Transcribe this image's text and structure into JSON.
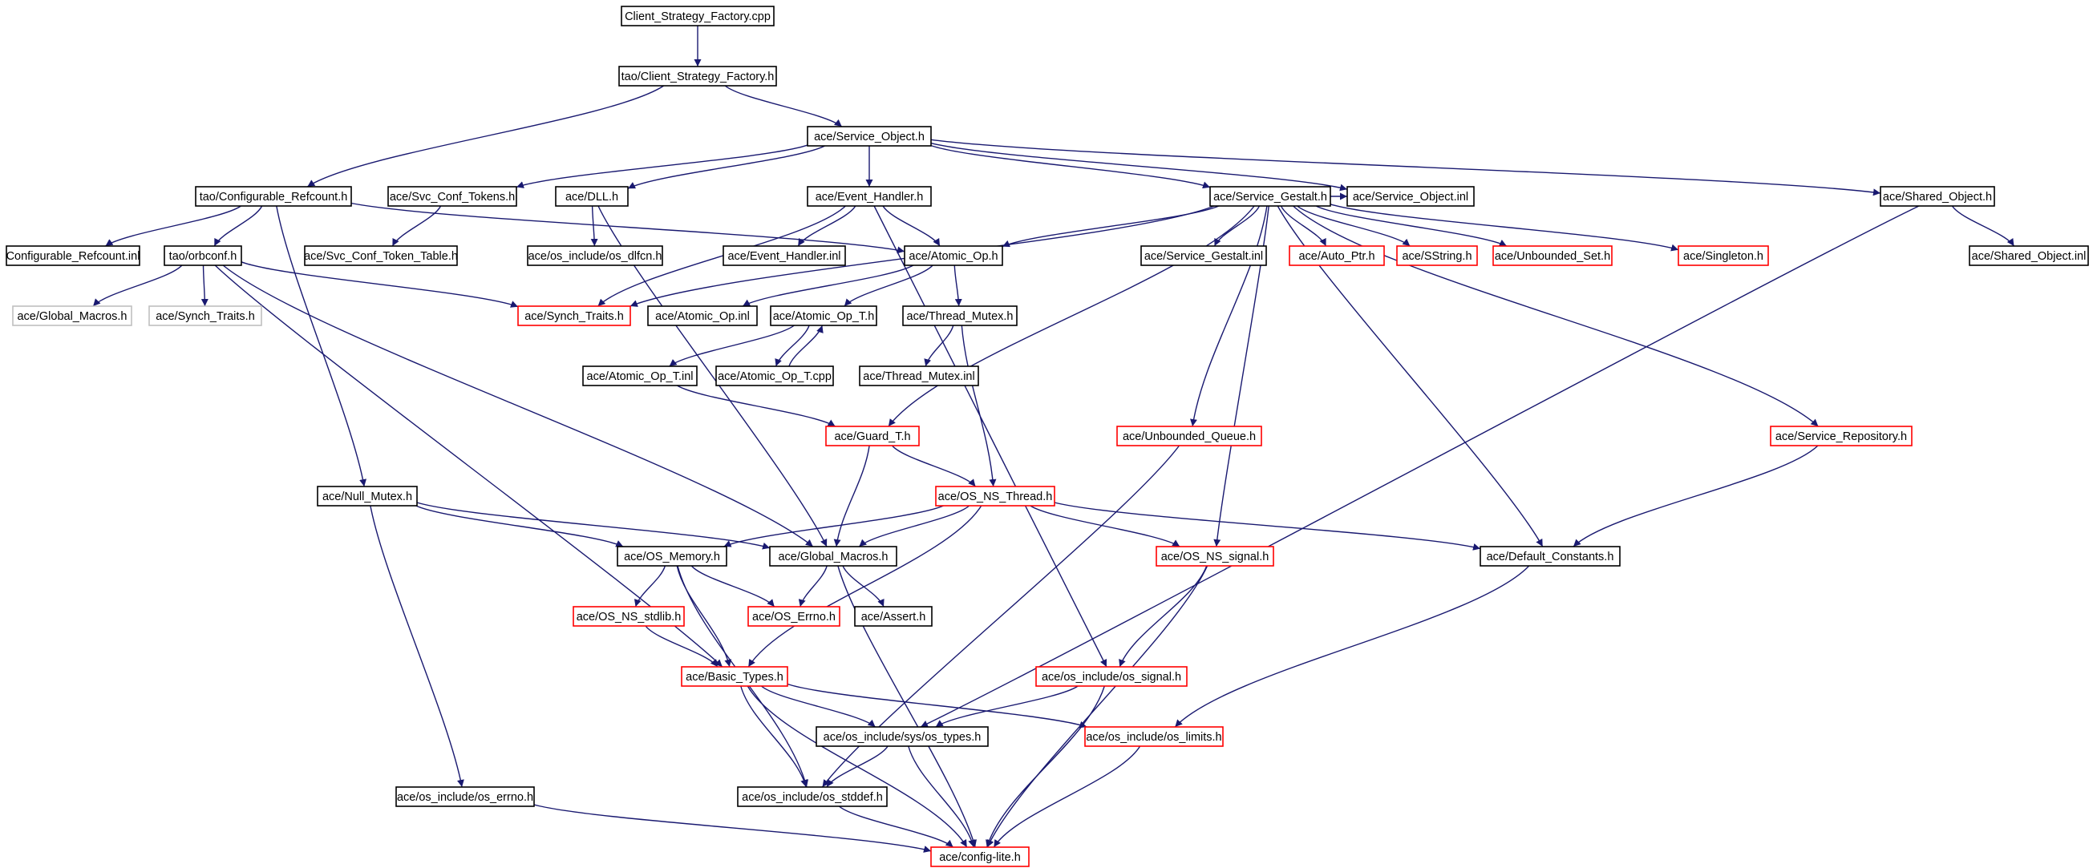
{
  "colors": {
    "edge": "#191970",
    "arrowhead": "#191970",
    "border_normal": "#000000",
    "border_truncated": "#ff0000",
    "border_external": "#bfbfbf",
    "fill_root": "#bfbfbf",
    "fill_normal": "#ffffff"
  },
  "nodes": [
    {
      "id": "root",
      "label": "Client_Strategy_Factory.cpp",
      "style": "root"
    },
    {
      "id": "csf_h",
      "label": "tao/Client_Strategy_Factory.h",
      "style": "normal"
    },
    {
      "id": "svc_obj",
      "label": "ace/Service_Object.h",
      "style": "normal"
    },
    {
      "id": "cfg_ref",
      "label": "tao/Configurable_Refcount.h",
      "style": "normal"
    },
    {
      "id": "svc_tok",
      "label": "ace/Svc_Conf_Tokens.h",
      "style": "normal"
    },
    {
      "id": "dll",
      "label": "ace/DLL.h",
      "style": "normal"
    },
    {
      "id": "evh",
      "label": "ace/Event_Handler.h",
      "style": "normal"
    },
    {
      "id": "gestalt",
      "label": "ace/Service_Gestalt.h",
      "style": "normal"
    },
    {
      "id": "svc_obj_inl",
      "label": "ace/Service_Object.inl",
      "style": "normal"
    },
    {
      "id": "shared_obj",
      "label": "ace/Shared_Object.h",
      "style": "normal"
    },
    {
      "id": "cfg_ref_inl",
      "label": "Configurable_Refcount.inl",
      "style": "normal"
    },
    {
      "id": "orbconf",
      "label": "tao/orbconf.h",
      "style": "normal"
    },
    {
      "id": "tok_table",
      "label": "ace/Svc_Conf_Token_Table.h",
      "style": "normal"
    },
    {
      "id": "dlfcn",
      "label": "ace/os_include/os_dlfcn.h",
      "style": "normal"
    },
    {
      "id": "evh_inl",
      "label": "ace/Event_Handler.inl",
      "style": "normal"
    },
    {
      "id": "atomic",
      "label": "ace/Atomic_Op.h",
      "style": "normal"
    },
    {
      "id": "gestalt_inl",
      "label": "ace/Service_Gestalt.inl",
      "style": "normal"
    },
    {
      "id": "auto_ptr",
      "label": "ace/Auto_Ptr.h",
      "style": "truncated"
    },
    {
      "id": "sstring",
      "label": "ace/SString.h",
      "style": "truncated"
    },
    {
      "id": "unb_set",
      "label": "ace/Unbounded_Set.h",
      "style": "truncated"
    },
    {
      "id": "singleton",
      "label": "ace/Singleton.h",
      "style": "truncated"
    },
    {
      "id": "shared_inl",
      "label": "ace/Shared_Object.inl",
      "style": "normal"
    },
    {
      "id": "glob_ext",
      "label": "ace/Global_Macros.h",
      "style": "external"
    },
    {
      "id": "synch_ext",
      "label": "ace/Synch_Traits.h",
      "style": "external"
    },
    {
      "id": "synch",
      "label": "ace/Synch_Traits.h",
      "style": "truncated"
    },
    {
      "id": "atomic_inl",
      "label": "ace/Atomic_Op.inl",
      "style": "normal"
    },
    {
      "id": "atomic_t",
      "label": "ace/Atomic_Op_T.h",
      "style": "normal"
    },
    {
      "id": "thr_mutex",
      "label": "ace/Thread_Mutex.h",
      "style": "normal"
    },
    {
      "id": "atomic_t_inl",
      "label": "ace/Atomic_Op_T.inl",
      "style": "normal"
    },
    {
      "id": "atomic_t_cpp",
      "label": "ace/Atomic_Op_T.cpp",
      "style": "normal"
    },
    {
      "id": "thr_mutex_inl",
      "label": "ace/Thread_Mutex.inl",
      "style": "normal"
    },
    {
      "id": "guard",
      "label": "ace/Guard_T.h",
      "style": "truncated"
    },
    {
      "id": "unb_queue",
      "label": "ace/Unbounded_Queue.h",
      "style": "truncated"
    },
    {
      "id": "svc_repo",
      "label": "ace/Service_Repository.h",
      "style": "truncated"
    },
    {
      "id": "null_mutex",
      "label": "ace/Null_Mutex.h",
      "style": "normal"
    },
    {
      "id": "os_thread",
      "label": "ace/OS_NS_Thread.h",
      "style": "truncated"
    },
    {
      "id": "os_memory",
      "label": "ace/OS_Memory.h",
      "style": "normal"
    },
    {
      "id": "glob",
      "label": "ace/Global_Macros.h",
      "style": "normal"
    },
    {
      "id": "os_signal",
      "label": "ace/OS_NS_signal.h",
      "style": "truncated"
    },
    {
      "id": "def_const",
      "label": "ace/Default_Constants.h",
      "style": "normal"
    },
    {
      "id": "os_stdlib",
      "label": "ace/OS_NS_stdlib.h",
      "style": "truncated"
    },
    {
      "id": "os_errno_ace",
      "label": "ace/OS_Errno.h",
      "style": "truncated"
    },
    {
      "id": "assert",
      "label": "ace/Assert.h",
      "style": "normal"
    },
    {
      "id": "basic_types",
      "label": "ace/Basic_Types.h",
      "style": "truncated"
    },
    {
      "id": "osinc_signal",
      "label": "ace/os_include/os_signal.h",
      "style": "truncated"
    },
    {
      "id": "sys_types",
      "label": "ace/os_include/sys/os_types.h",
      "style": "normal"
    },
    {
      "id": "os_limits",
      "label": "ace/os_include/os_limits.h",
      "style": "truncated"
    },
    {
      "id": "os_errno",
      "label": "ace/os_include/os_errno.h",
      "style": "normal"
    },
    {
      "id": "os_stddef",
      "label": "ace/os_include/os_stddef.h",
      "style": "normal"
    },
    {
      "id": "config_lite",
      "label": "ace/config-lite.h",
      "style": "truncated"
    }
  ],
  "edges": [
    [
      "root",
      "csf_h"
    ],
    [
      "csf_h",
      "svc_obj"
    ],
    [
      "csf_h",
      "cfg_ref"
    ],
    [
      "svc_obj",
      "svc_tok"
    ],
    [
      "svc_obj",
      "dll"
    ],
    [
      "svc_obj",
      "evh"
    ],
    [
      "svc_obj",
      "gestalt"
    ],
    [
      "svc_obj",
      "svc_obj_inl"
    ],
    [
      "svc_obj",
      "shared_obj"
    ],
    [
      "cfg_ref",
      "cfg_ref_inl"
    ],
    [
      "cfg_ref",
      "orbconf"
    ],
    [
      "cfg_ref",
      "atomic"
    ],
    [
      "cfg_ref",
      "null_mutex"
    ],
    [
      "svc_tok",
      "tok_table"
    ],
    [
      "dll",
      "dlfcn"
    ],
    [
      "dll",
      "glob"
    ],
    [
      "evh",
      "evh_inl"
    ],
    [
      "evh",
      "atomic"
    ],
    [
      "evh",
      "synch"
    ],
    [
      "evh",
      "osinc_signal"
    ],
    [
      "gestalt",
      "svc_obj_inl"
    ],
    [
      "gestalt",
      "atomic"
    ],
    [
      "gestalt",
      "gestalt_inl"
    ],
    [
      "gestalt",
      "auto_ptr"
    ],
    [
      "gestalt",
      "sstring"
    ],
    [
      "gestalt",
      "unb_set"
    ],
    [
      "gestalt",
      "singleton"
    ],
    [
      "gestalt",
      "synch"
    ],
    [
      "gestalt",
      "guard"
    ],
    [
      "gestalt",
      "unb_queue"
    ],
    [
      "gestalt",
      "svc_repo"
    ],
    [
      "gestalt",
      "def_const"
    ],
    [
      "gestalt",
      "os_signal"
    ],
    [
      "shared_obj",
      "shared_inl"
    ],
    [
      "shared_obj",
      "sys_types"
    ],
    [
      "orbconf",
      "glob_ext"
    ],
    [
      "orbconf",
      "synch_ext"
    ],
    [
      "orbconf",
      "synch"
    ],
    [
      "orbconf",
      "glob"
    ],
    [
      "orbconf",
      "basic_types"
    ],
    [
      "atomic",
      "atomic_inl"
    ],
    [
      "atomic",
      "atomic_t"
    ],
    [
      "atomic",
      "thr_mutex"
    ],
    [
      "atomic_t",
      "atomic_t_inl"
    ],
    [
      "atomic_t",
      "atomic_t_cpp"
    ],
    [
      "atomic_t_cpp",
      "atomic_t"
    ],
    [
      "atomic_t_inl",
      "guard"
    ],
    [
      "thr_mutex",
      "thr_mutex_inl"
    ],
    [
      "thr_mutex",
      "os_thread"
    ],
    [
      "guard",
      "os_thread"
    ],
    [
      "guard",
      "glob"
    ],
    [
      "unb_queue",
      "os_stddef"
    ],
    [
      "svc_repo",
      "def_const"
    ],
    [
      "null_mutex",
      "glob"
    ],
    [
      "null_mutex",
      "os_memory"
    ],
    [
      "null_mutex",
      "os_errno"
    ],
    [
      "os_thread",
      "os_memory"
    ],
    [
      "os_thread",
      "glob"
    ],
    [
      "os_thread",
      "os_signal"
    ],
    [
      "os_thread",
      "def_const"
    ],
    [
      "os_thread",
      "basic_types"
    ],
    [
      "os_memory",
      "os_stdlib"
    ],
    [
      "os_memory",
      "os_errno_ace"
    ],
    [
      "os_memory",
      "basic_types"
    ],
    [
      "os_memory",
      "os_stddef"
    ],
    [
      "glob",
      "os_errno_ace"
    ],
    [
      "glob",
      "assert"
    ],
    [
      "glob",
      "config_lite"
    ],
    [
      "os_signal",
      "osinc_signal"
    ],
    [
      "os_signal",
      "config_lite"
    ],
    [
      "def_const",
      "os_limits"
    ],
    [
      "os_stdlib",
      "basic_types"
    ],
    [
      "basic_types",
      "sys_types"
    ],
    [
      "basic_types",
      "os_limits"
    ],
    [
      "basic_types",
      "os_stddef"
    ],
    [
      "basic_types",
      "config_lite"
    ],
    [
      "osinc_signal",
      "sys_types"
    ],
    [
      "osinc_signal",
      "config_lite"
    ],
    [
      "sys_types",
      "os_stddef"
    ],
    [
      "sys_types",
      "config_lite"
    ],
    [
      "os_limits",
      "config_lite"
    ],
    [
      "os_errno",
      "config_lite"
    ],
    [
      "os_stddef",
      "config_lite"
    ]
  ]
}
